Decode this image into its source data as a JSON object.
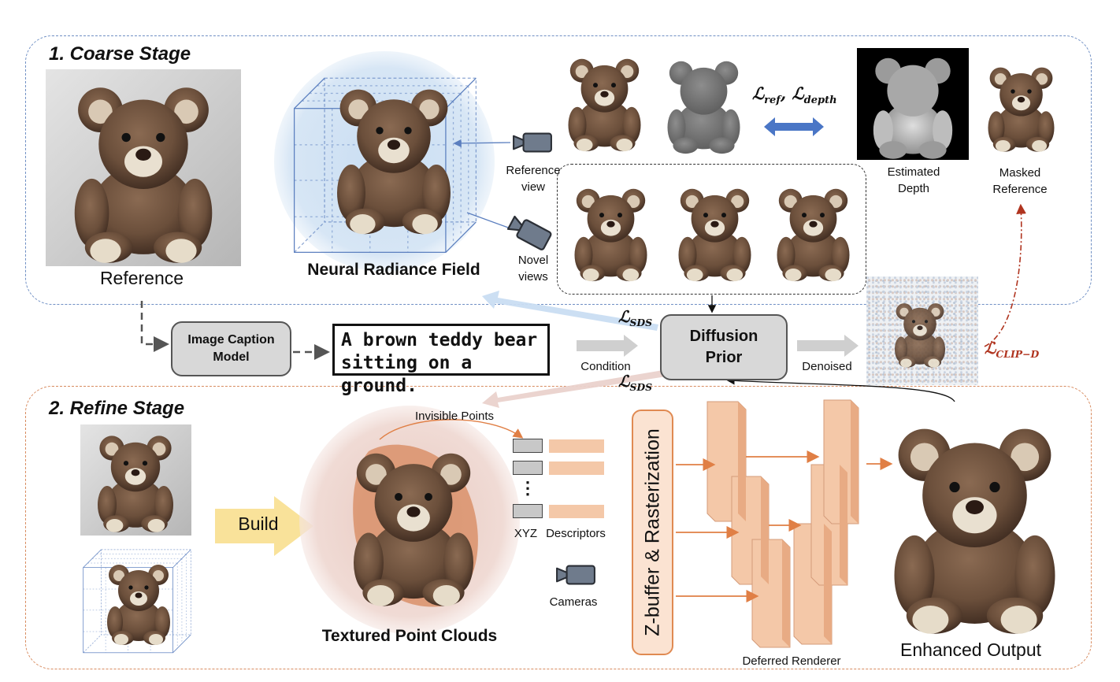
{
  "coarse_stage": {
    "title": "1. Coarse Stage"
  },
  "refine_stage": {
    "title": "2. Refine Stage"
  },
  "labels": {
    "reference": "Reference",
    "nerf": "Neural Radiance Field",
    "reference_view": "Reference\nview",
    "novel_views": "Novel\nviews",
    "estimated_depth": "Estimated\nDepth",
    "masked_reference": "Masked\nReference",
    "condition": "Condition",
    "denoised": "Denoised",
    "invisible_points": "Invisible Points",
    "xyz": "XYZ",
    "descriptors": "Descriptors",
    "cameras": "Cameras",
    "textured_point_clouds": "Textured Point Clouds",
    "deferred_renderer": "Deferred Renderer",
    "enhanced_output": "Enhanced Output",
    "build": "Build",
    "zbuffer": "Z-buffer & Rasterization",
    "ellipsis": "⋮"
  },
  "boxes": {
    "image_caption_model": "Image Caption\nModel",
    "caption_text": "A brown teddy bear\nsitting on a ground.",
    "diffusion_prior": "Diffusion\nPrior"
  },
  "losses": {
    "ref_depth": {
      "main": "ℒ",
      "sub1": "ref",
      "sep": ", ℒ",
      "sub2": "depth"
    },
    "sds_top": {
      "main": "ℒ",
      "sub": "SDS"
    },
    "sds_bottom": {
      "main": "ℒ",
      "sub": "SDS"
    },
    "clip_d": {
      "main": "ℒ",
      "sub": "CLIP−D"
    }
  },
  "colors": {
    "coarse_border": "#6f8fc4",
    "refine_border": "#d88b5f",
    "nerf_glow": "#c9ddf2",
    "point_glow": "#ecd0c8",
    "bear_brown": "#6b4f3b",
    "feature_orange": "#f4c8a8",
    "build_yellow": "#f9e29a",
    "loss_red": "#b0341f",
    "double_arrow": "#4a76c6"
  },
  "icons": [
    "camera-icon",
    "double-arrow-icon",
    "build-arrow-icon"
  ]
}
